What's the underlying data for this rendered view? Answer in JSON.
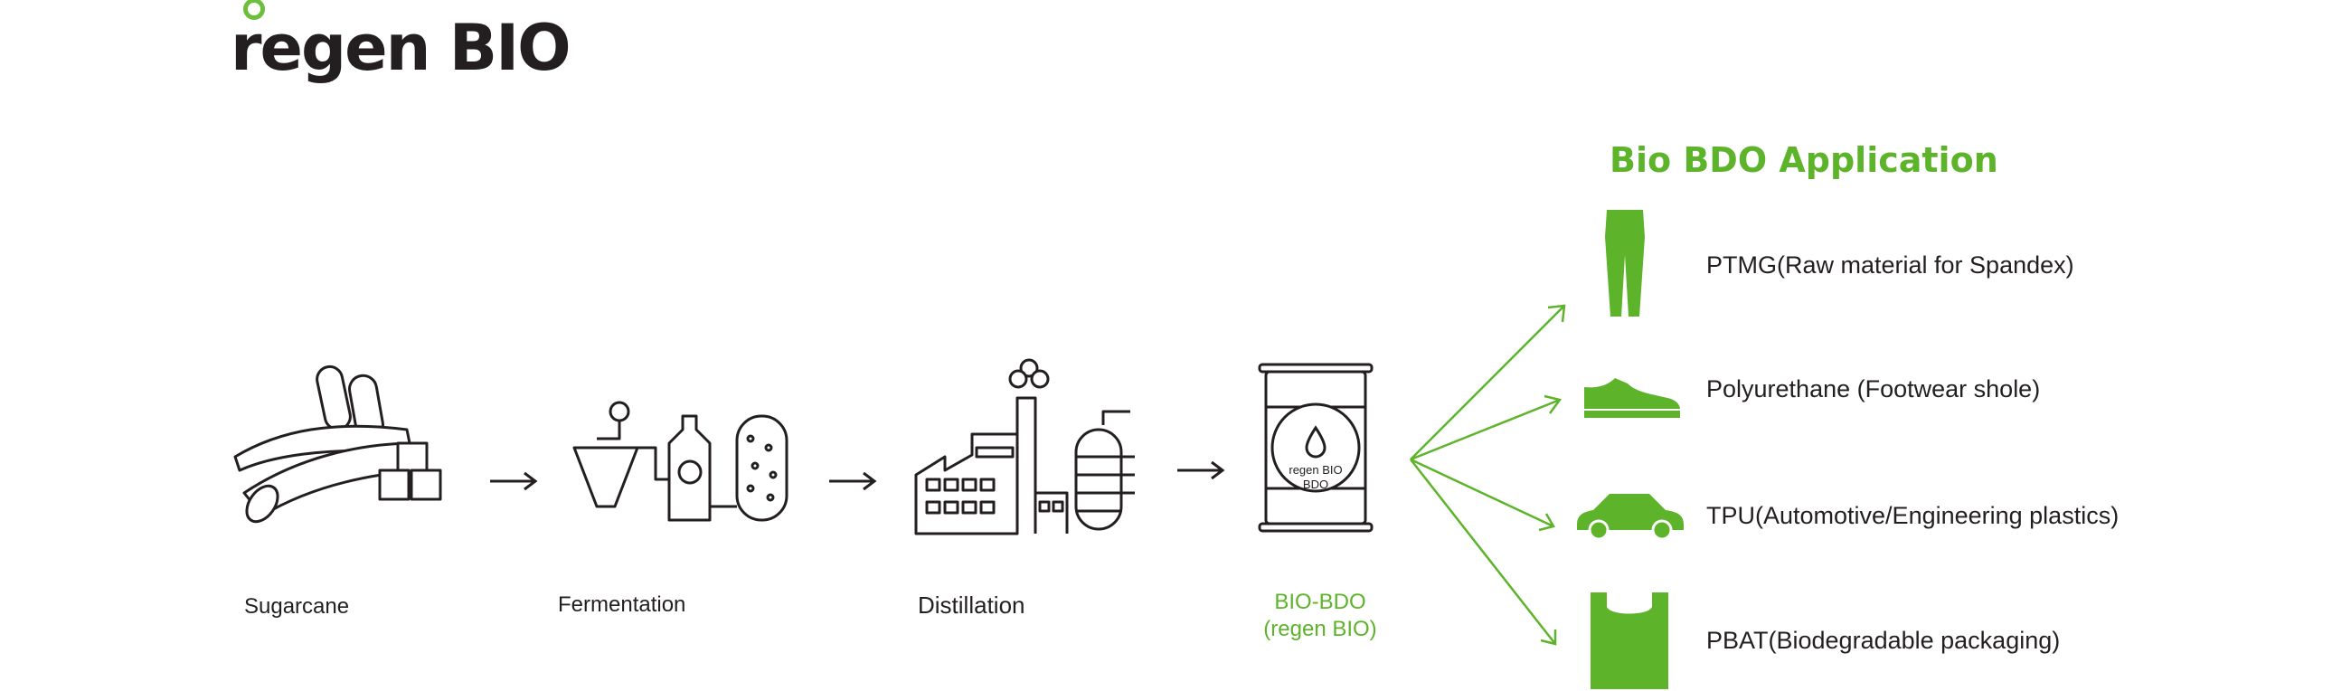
{
  "brand": {
    "logo_text": "regen BIO"
  },
  "process": {
    "steps": [
      {
        "label": "Sugarcane",
        "icon": "sugarcane-icon"
      },
      {
        "label": "Fermentation",
        "icon": "fermentation-icon"
      },
      {
        "label": "Distillation",
        "icon": "distillation-icon"
      },
      {
        "label_line1": "BIO-BDO",
        "label_line2": "(regen BIO)",
        "icon": "barrel-icon"
      }
    ],
    "barrel_text_line1": "regen BIO",
    "barrel_text_line2": "BDO"
  },
  "applications": {
    "title": "Bio BDO Application",
    "items": [
      {
        "label": "PTMG(Raw material for Spandex)",
        "icon": "pants-icon"
      },
      {
        "label": "Polyurethane (Footwear shole)",
        "icon": "shoe-icon"
      },
      {
        "label": "TPU(Automotive/Engineering plastics)",
        "icon": "car-icon"
      },
      {
        "label": "PBAT(Biodegradable packaging)",
        "icon": "bag-icon"
      }
    ]
  },
  "colors": {
    "accent": "#5db42a",
    "ink": "#231f20"
  }
}
